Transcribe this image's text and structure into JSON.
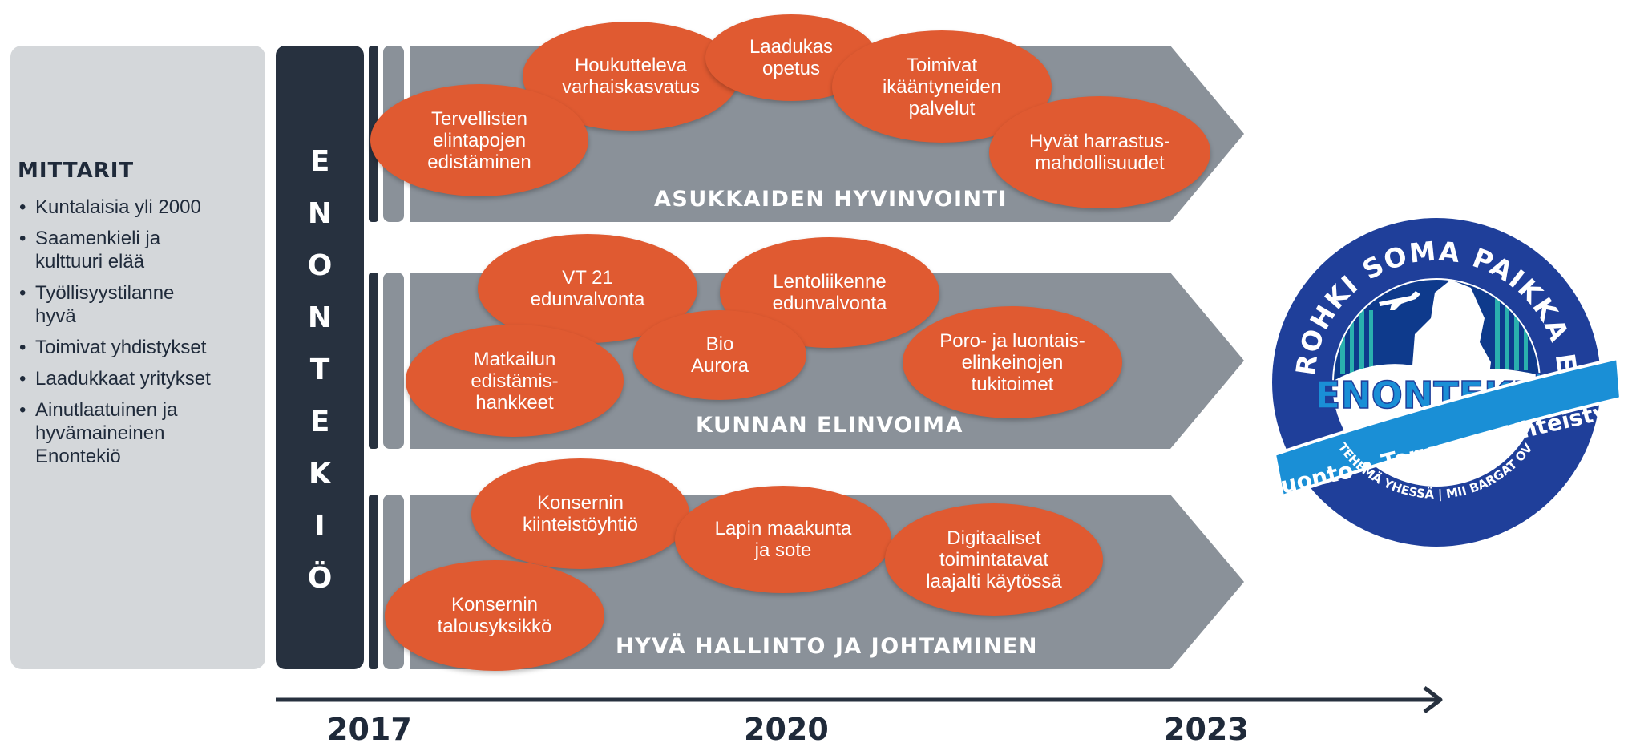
{
  "mittarit": {
    "title": "MITTARIT",
    "items": [
      "Kuntalaisia yli 2000",
      "Saamenkieli ja\nkulttuuri elää",
      "Työllisyystilanne\nhyvä",
      "Toimivat yhdistykset",
      "Laadukkaat yritykset",
      "Ainutlaatuinen ja\nhyvämaineinen\nEnontekiö"
    ]
  },
  "vertical_label": [
    "E",
    "N",
    "O",
    "N",
    "T",
    "E",
    "K",
    "I",
    "Ö"
  ],
  "bands": [
    {
      "title": "ASUKKAIDEN HYVINVOINTI",
      "ovals": [
        "Houkutteleva\nvarhaiskasvatus",
        "Laadukas\nopetus",
        "Toimivat\nikääntyneiden\npalvelut",
        "Tervellisten\nelintapojen\nedistäminen",
        "Hyvät harrastus-\nmahdollisuudet"
      ]
    },
    {
      "title": "KUNNAN ELINVOIMA",
      "ovals": [
        "VT 21\nedunvalvonta",
        "Lentoliikenne\nedunvalvonta",
        "Matkailun\nedistämis-\nhankkeet",
        "Bio\nAurora",
        "Poro- ja luontais-\nelinkeinojen\ntukitoimet"
      ]
    },
    {
      "title": "HYVÄ HALLINTO JA JOHTAMINEN",
      "ovals": [
        "Konsernin\nkiinteistöyhtiö",
        "Lapin maakunta\nja sote",
        "Digitaaliset\ntoimintatavat\nlaajalti käytössä",
        "Konsernin\ntalousyksikkö"
      ]
    }
  ],
  "timeline": {
    "years": [
      "2017",
      "2020",
      "2023"
    ]
  },
  "logo": {
    "arc_text": "SON ROHKI SOMA PAIKKA ELLÄÄ",
    "name": "ENONTEKIÖ",
    "ribbon": "Luonto • Terveys • Yhteistyö",
    "bottom_text": "MET TEHEMÄ YHESSÄ | MII BARGAT OVTTAS"
  },
  "colors": {
    "dark": "#27313f",
    "band": "#8a9199",
    "oval": "#e05a31",
    "panel": "#d4d7da",
    "logo_blue": "#1f3f9a",
    "ribbon_blue": "#1a8fd6"
  }
}
